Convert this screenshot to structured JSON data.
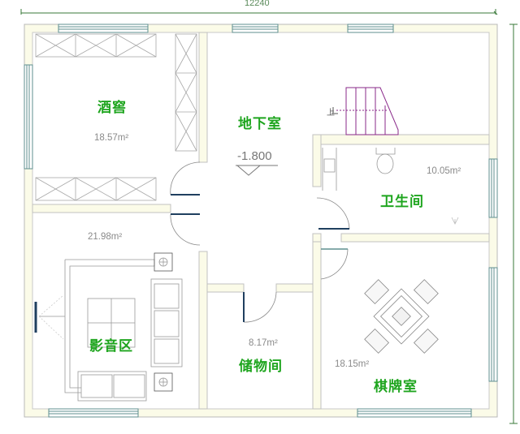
{
  "plan": {
    "overall_width_dimension": "12240",
    "floor_level": "-1.800",
    "stair_up_mark": "上",
    "rooms": [
      {
        "id": "wine-cellar",
        "name": "酒窖",
        "area": "18.57m²"
      },
      {
        "id": "basement",
        "name": "地下室",
        "area": ""
      },
      {
        "id": "bathroom",
        "name": "卫生间",
        "area": "10.05m²"
      },
      {
        "id": "media-room",
        "name": "影音区",
        "area": "21.98m²"
      },
      {
        "id": "storage",
        "name": "储物间",
        "area": "8.17m²"
      },
      {
        "id": "chess-room",
        "name": "棋牌室",
        "area": "18.15m²"
      }
    ]
  },
  "colors": {
    "room_label": "#1ea51e",
    "area_text": "#8a8a8a",
    "wall_line": "#b8b8b8",
    "wall_fill": "#fbfbe8",
    "window": "#5f8f8f",
    "door_leaf": "#1f3f5f",
    "stair": "#8a2a8a",
    "dimension": "#3a7a3a"
  }
}
